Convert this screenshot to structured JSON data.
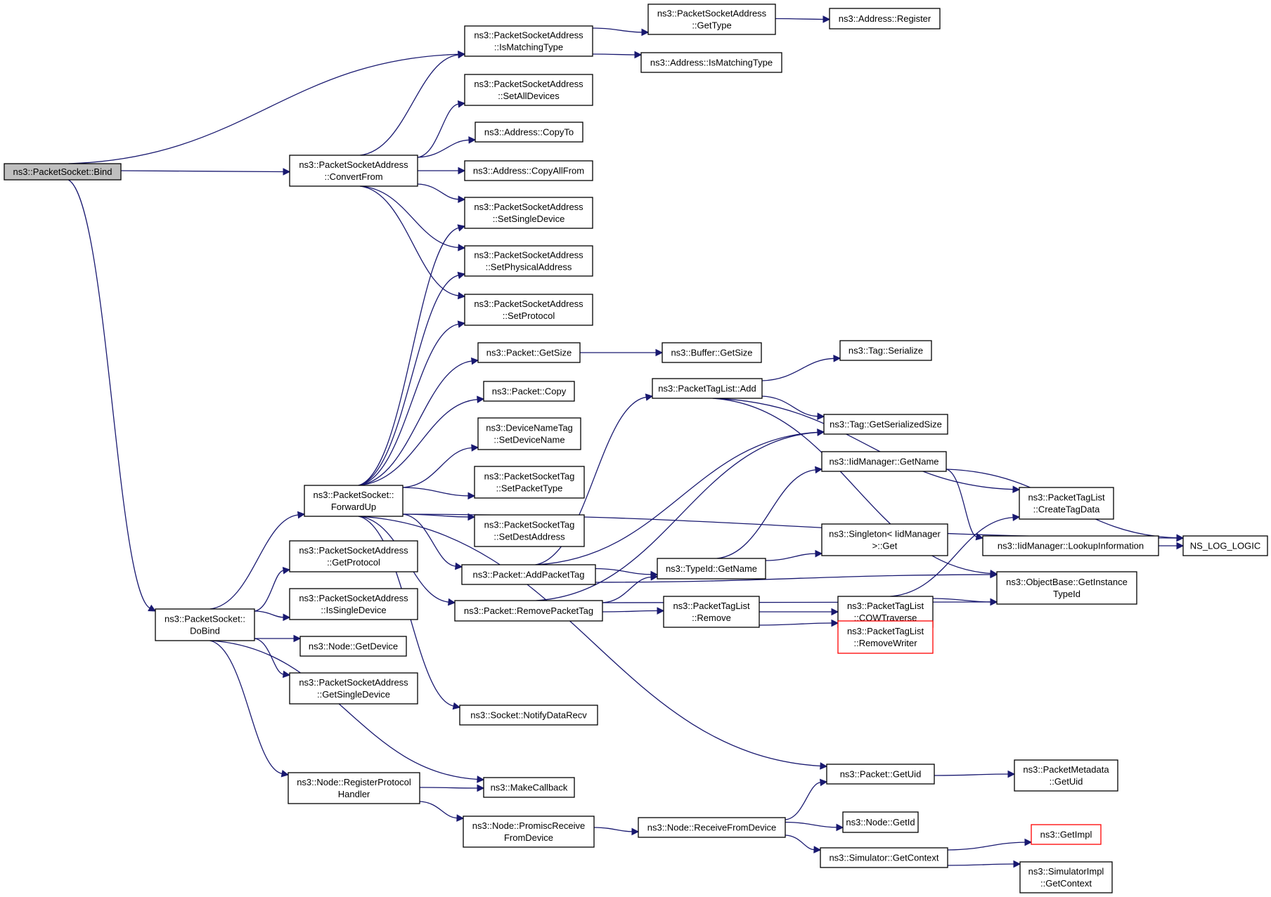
{
  "diagram": {
    "colors": {
      "edge": "#191970",
      "node_border": "#000000",
      "root_fill": "#bfbfbf",
      "truncated_border": "#ff0000"
    },
    "nodes": [
      {
        "id": "bind",
        "lines": [
          "ns3::PacketSocket::Bind"
        ],
        "root": true
      },
      {
        "id": "convertFrom",
        "lines": [
          "ns3::PacketSocketAddress",
          "::ConvertFrom"
        ]
      },
      {
        "id": "doBind",
        "lines": [
          "ns3::PacketSocket::",
          "DoBind"
        ]
      },
      {
        "id": "isMatchingType",
        "lines": [
          "ns3::PacketSocketAddress",
          "::IsMatchingType"
        ]
      },
      {
        "id": "setAllDevices",
        "lines": [
          "ns3::PacketSocketAddress",
          "::SetAllDevices"
        ]
      },
      {
        "id": "copyTo",
        "lines": [
          "ns3::Address::CopyTo"
        ]
      },
      {
        "id": "copyAllFrom",
        "lines": [
          "ns3::Address::CopyAllFrom"
        ]
      },
      {
        "id": "setSingleDevice",
        "lines": [
          "ns3::PacketSocketAddress",
          "::SetSingleDevice"
        ]
      },
      {
        "id": "setPhysicalAddress",
        "lines": [
          "ns3::PacketSocketAddress",
          "::SetPhysicalAddress"
        ]
      },
      {
        "id": "setProtocol",
        "lines": [
          "ns3::PacketSocketAddress",
          "::SetProtocol"
        ]
      },
      {
        "id": "psaGetType",
        "lines": [
          "ns3::PacketSocketAddress",
          "::GetType"
        ]
      },
      {
        "id": "addrIsMatchingType",
        "lines": [
          "ns3::Address::IsMatchingType"
        ]
      },
      {
        "id": "addrRegister",
        "lines": [
          "ns3::Address::Register"
        ]
      },
      {
        "id": "forwardUp",
        "lines": [
          "ns3::PacketSocket::",
          "ForwardUp"
        ]
      },
      {
        "id": "pktGetSize",
        "lines": [
          "ns3::Packet::GetSize"
        ]
      },
      {
        "id": "pktCopy",
        "lines": [
          "ns3::Packet::Copy"
        ]
      },
      {
        "id": "setDeviceName",
        "lines": [
          "ns3::DeviceNameTag",
          "::SetDeviceName"
        ]
      },
      {
        "id": "setPacketType",
        "lines": [
          "ns3::PacketSocketTag",
          "::SetPacketType"
        ]
      },
      {
        "id": "setDestAddress",
        "lines": [
          "ns3::PacketSocketTag",
          "::SetDestAddress"
        ]
      },
      {
        "id": "addPacketTag",
        "lines": [
          "ns3::Packet::AddPacketTag"
        ]
      },
      {
        "id": "removePacketTag",
        "lines": [
          "ns3::Packet::RemovePacketTag"
        ]
      },
      {
        "id": "notifyDataRecv",
        "lines": [
          "ns3::Socket::NotifyDataRecv"
        ]
      },
      {
        "id": "bufGetSize",
        "lines": [
          "ns3::Buffer::GetSize"
        ]
      },
      {
        "id": "ptlAdd",
        "lines": [
          "ns3::PacketTagList::Add"
        ]
      },
      {
        "id": "tagSerialize",
        "lines": [
          "ns3::Tag::Serialize"
        ]
      },
      {
        "id": "tagGetSerializedSize",
        "lines": [
          "ns3::Tag::GetSerializedSize"
        ]
      },
      {
        "id": "iidGetName",
        "lines": [
          "ns3::IidManager::GetName"
        ]
      },
      {
        "id": "singletonGet",
        "lines": [
          "ns3::Singleton< IidManager",
          ">::Get"
        ]
      },
      {
        "id": "typeIdGetName",
        "lines": [
          "ns3::TypeId::GetName"
        ]
      },
      {
        "id": "ptlRemove",
        "lines": [
          "ns3::PacketTagList",
          "::Remove"
        ]
      },
      {
        "id": "cowTraverse",
        "lines": [
          "ns3::PacketTagList",
          "::COWTraverse"
        ]
      },
      {
        "id": "removeWriter",
        "lines": [
          "ns3::PacketTagList",
          "::RemoveWriter"
        ],
        "truncated": true
      },
      {
        "id": "createTagData",
        "lines": [
          "ns3::PacketTagList",
          "::CreateTagData"
        ]
      },
      {
        "id": "lookupInformation",
        "lines": [
          "ns3::IidManager::LookupInformation"
        ]
      },
      {
        "id": "getInstanceTypeId",
        "lines": [
          "ns3::ObjectBase::GetInstance",
          "TypeId"
        ]
      },
      {
        "id": "nsLogLogic",
        "lines": [
          "NS_LOG_LOGIC"
        ]
      },
      {
        "id": "psaGetProtocol",
        "lines": [
          "ns3::PacketSocketAddress",
          "::GetProtocol"
        ]
      },
      {
        "id": "psaIsSingleDevice",
        "lines": [
          "ns3::PacketSocketAddress",
          "::IsSingleDevice"
        ]
      },
      {
        "id": "nodeGetDevice",
        "lines": [
          "ns3::Node::GetDevice"
        ]
      },
      {
        "id": "psaGetSingleDevice",
        "lines": [
          "ns3::PacketSocketAddress",
          "::GetSingleDevice"
        ]
      },
      {
        "id": "registerProtocolHandler",
        "lines": [
          "ns3::Node::RegisterProtocol",
          "Handler"
        ]
      },
      {
        "id": "makeCallback",
        "lines": [
          "ns3::MakeCallback"
        ]
      },
      {
        "id": "promiscReceive",
        "lines": [
          "ns3::Node::PromiscReceive",
          "FromDevice"
        ]
      },
      {
        "id": "receiveFromDevice",
        "lines": [
          "ns3::Node::ReceiveFromDevice"
        ]
      },
      {
        "id": "pktGetUid",
        "lines": [
          "ns3::Packet::GetUid"
        ]
      },
      {
        "id": "pmGetUid",
        "lines": [
          "ns3::PacketMetadata",
          "::GetUid"
        ]
      },
      {
        "id": "nodeGetId",
        "lines": [
          "ns3::Node::GetId"
        ]
      },
      {
        "id": "simGetContext",
        "lines": [
          "ns3::Simulator::GetContext"
        ]
      },
      {
        "id": "getImpl",
        "lines": [
          "ns3::GetImpl"
        ],
        "truncated": true
      },
      {
        "id": "simImplGetContext",
        "lines": [
          "ns3::SimulatorImpl",
          "::GetContext"
        ]
      }
    ],
    "edges": [
      [
        "bind",
        "isMatchingType"
      ],
      [
        "bind",
        "convertFrom"
      ],
      [
        "bind",
        "doBind"
      ],
      [
        "convertFrom",
        "isMatchingType"
      ],
      [
        "convertFrom",
        "setAllDevices"
      ],
      [
        "convertFrom",
        "copyTo"
      ],
      [
        "convertFrom",
        "copyAllFrom"
      ],
      [
        "convertFrom",
        "setSingleDevice"
      ],
      [
        "convertFrom",
        "setPhysicalAddress"
      ],
      [
        "convertFrom",
        "setProtocol"
      ],
      [
        "isMatchingType",
        "psaGetType"
      ],
      [
        "isMatchingType",
        "addrIsMatchingType"
      ],
      [
        "psaGetType",
        "addrRegister"
      ],
      [
        "doBind",
        "forwardUp"
      ],
      [
        "doBind",
        "psaGetProtocol"
      ],
      [
        "doBind",
        "psaIsSingleDevice"
      ],
      [
        "doBind",
        "nodeGetDevice"
      ],
      [
        "doBind",
        "psaGetSingleDevice"
      ],
      [
        "doBind",
        "registerProtocolHandler"
      ],
      [
        "doBind",
        "makeCallback"
      ],
      [
        "forwardUp",
        "setSingleDevice"
      ],
      [
        "forwardUp",
        "setPhysicalAddress"
      ],
      [
        "forwardUp",
        "setProtocol"
      ],
      [
        "forwardUp",
        "pktGetSize"
      ],
      [
        "forwardUp",
        "pktCopy"
      ],
      [
        "forwardUp",
        "setDeviceName"
      ],
      [
        "forwardUp",
        "setPacketType"
      ],
      [
        "forwardUp",
        "setDestAddress"
      ],
      [
        "forwardUp",
        "addPacketTag"
      ],
      [
        "forwardUp",
        "removePacketTag"
      ],
      [
        "forwardUp",
        "notifyDataRecv"
      ],
      [
        "forwardUp",
        "pktGetUid"
      ],
      [
        "forwardUp",
        "nsLogLogic"
      ],
      [
        "pktGetSize",
        "bufGetSize"
      ],
      [
        "addPacketTag",
        "ptlAdd"
      ],
      [
        "addPacketTag",
        "tagGetSerializedSize"
      ],
      [
        "addPacketTag",
        "typeIdGetName"
      ],
      [
        "addPacketTag",
        "getInstanceTypeId"
      ],
      [
        "removePacketTag",
        "tagGetSerializedSize"
      ],
      [
        "removePacketTag",
        "typeIdGetName"
      ],
      [
        "removePacketTag",
        "ptlRemove"
      ],
      [
        "removePacketTag",
        "getInstanceTypeId"
      ],
      [
        "ptlAdd",
        "tagSerialize"
      ],
      [
        "ptlAdd",
        "tagGetSerializedSize"
      ],
      [
        "ptlAdd",
        "createTagData"
      ],
      [
        "ptlAdd",
        "getInstanceTypeId"
      ],
      [
        "typeIdGetName",
        "iidGetName"
      ],
      [
        "typeIdGetName",
        "singletonGet"
      ],
      [
        "iidGetName",
        "lookupInformation"
      ],
      [
        "iidGetName",
        "nsLogLogic"
      ],
      [
        "lookupInformation",
        "nsLogLogic"
      ],
      [
        "ptlRemove",
        "cowTraverse"
      ],
      [
        "ptlRemove",
        "removeWriter"
      ],
      [
        "cowTraverse",
        "createTagData"
      ],
      [
        "cowTraverse",
        "getInstanceTypeId"
      ],
      [
        "registerProtocolHandler",
        "makeCallback"
      ],
      [
        "registerProtocolHandler",
        "promiscReceive"
      ],
      [
        "promiscReceive",
        "receiveFromDevice"
      ],
      [
        "receiveFromDevice",
        "pktGetUid"
      ],
      [
        "receiveFromDevice",
        "nodeGetId"
      ],
      [
        "receiveFromDevice",
        "simGetContext"
      ],
      [
        "pktGetUid",
        "pmGetUid"
      ],
      [
        "simGetContext",
        "getImpl"
      ],
      [
        "simGetContext",
        "simImplGetContext"
      ]
    ]
  }
}
